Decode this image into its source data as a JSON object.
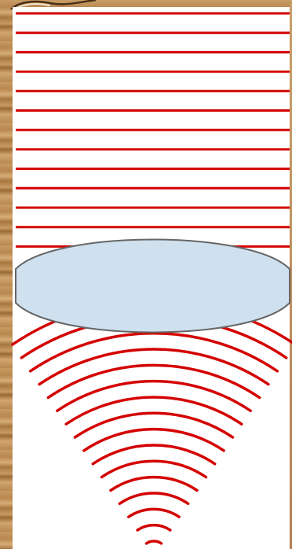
{
  "diagram": {
    "type": "converging-lens-wavefronts",
    "colors": {
      "wavefront": "#d40000",
      "lens_fill": "#cfe0ee",
      "lens_stroke": "#666666",
      "panel": "#ffffff",
      "frame_wood": "#c89a63"
    },
    "incoming_wavefront_count": 13,
    "outgoing_wavefront_count": 16,
    "elements": [
      "plane-wavefronts",
      "convex-lens",
      "converging-wavefronts"
    ]
  }
}
